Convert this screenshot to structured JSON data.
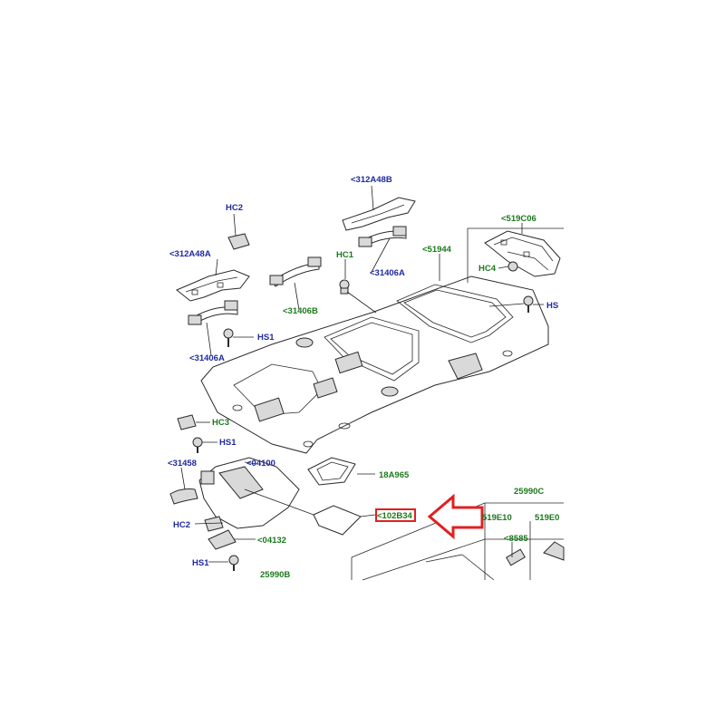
{
  "diagram": {
    "labels": {
      "hc2_top": "HC2",
      "p312a48a": "<312A48A",
      "p31406a_left": "<31406A",
      "hs1_top": "HS1",
      "p312a48b": "<312A48B",
      "p31406a_mid": "<31406A",
      "p31406b": "<31406B",
      "hc1": "HC1",
      "p51944": "<51944",
      "p519c06": "<519C06",
      "hc4": "HC4",
      "hs_right": "HS",
      "hc3": "HC3",
      "hs1_mid": "HS1",
      "p31458": "<31458",
      "p04100": "<04100",
      "p18a965": "18A965",
      "p102b34": "<102B34",
      "p25990c": "25990C",
      "p519e10": "519E10",
      "p519e_right": "519E0",
      "p8585": "<8585",
      "hc2_bottom": "HC2",
      "p04132": "<04132",
      "hs1_bottom": "HS1",
      "p25990b": "25990B"
    },
    "highlight_color": "#e02020",
    "label_color_blue": "#1f2aa0",
    "label_color_green": "#1d7a1d"
  }
}
